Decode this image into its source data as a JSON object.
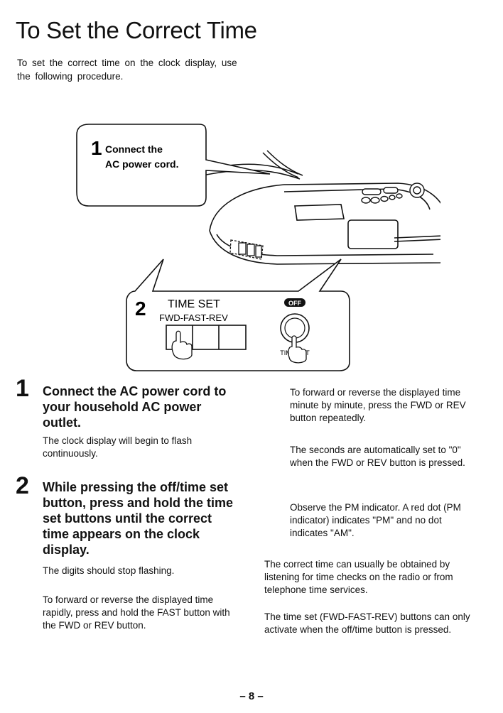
{
  "page": {
    "title": "To Set the Correct Time",
    "intro": "To set the correct time on the clock display, use the following procedure.",
    "page_number": "– 8 –"
  },
  "figure": {
    "callout1": {
      "number": "1",
      "line1": "Connect the",
      "line2": "AC power cord."
    },
    "callout2": {
      "number": "2",
      "label1": "TIME SET",
      "label2": "FWD-FAST-REV",
      "button_badge": "OFF",
      "button_label": "TIME SET"
    }
  },
  "steps": [
    {
      "number": "1",
      "heading": "Connect the AC power cord to your household AC power outlet.",
      "body": "The clock display will begin to flash continuously."
    },
    {
      "number": "2",
      "heading": "While pressing the off/time set button, press and hold the time set buttons until the correct time appears on the clock display.",
      "body": "The digits should stop flashing.",
      "extra": "To forward or reverse the displayed time rapidly, press and hold the FAST button with the FWD or REV button."
    }
  ],
  "right_column": [
    "To forward or reverse the displayed time minute by minute, press the FWD or REV button repeatedly.",
    "The seconds are automatically set to \"0\" when the FWD or REV button is pressed.",
    "Observe the PM indicator. A red dot (PM indicator) indicates \"PM\" and no dot indicates \"AM\".",
    "The correct time can usually be obtained by listening for time checks on the radio or from telephone time services.",
    "The time set (FWD-FAST-REV) buttons can only activate when the off/time button is pressed."
  ]
}
